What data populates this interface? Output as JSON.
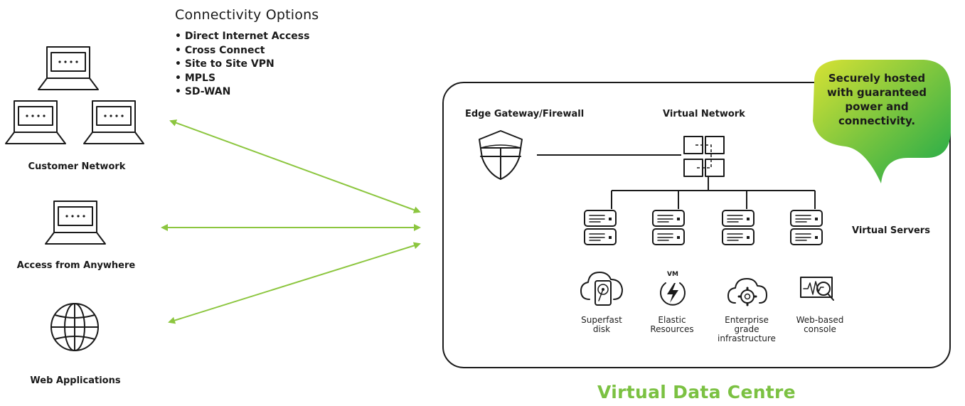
{
  "connectivity": {
    "title": "Connectivity Options",
    "options": [
      "Direct Internet Access",
      "Cross Connect",
      "Site to Site VPN",
      "MPLS",
      "SD-WAN"
    ]
  },
  "left_nodes": {
    "customer_network": "Customer Network",
    "access_anywhere": "Access from Anywhere",
    "web_applications": "Web Applications"
  },
  "datacentre": {
    "edge_gateway": "Edge Gateway/Firewall",
    "virtual_network": "Virtual Network",
    "virtual_servers": "Virtual Servers",
    "callout": [
      "Securely hosted",
      "with guaranteed",
      "power and",
      "connectivity."
    ],
    "features": {
      "disk": [
        "Superfast",
        "disk"
      ],
      "vm_badge": "VM",
      "elastic": [
        "Elastic",
        "Resources"
      ],
      "enterprise": [
        "Enterprise",
        "grade",
        "infrastructure"
      ],
      "console": [
        "Web-based",
        "console"
      ]
    },
    "title": "Virtual Data Centre"
  },
  "colors": {
    "accent_green": "#7bc142",
    "arrow_green": "#8cc63f",
    "bubble_gradient": [
      "#d8e234",
      "#1aa84a"
    ],
    "line": "#1a1a1a"
  },
  "icons": [
    "laptop-icon",
    "globe-icon",
    "shield-icon",
    "network-icon",
    "server-icon",
    "disk-cloud-icon",
    "lightning-icon",
    "gear-cloud-icon",
    "monitor-pulse-icon"
  ]
}
